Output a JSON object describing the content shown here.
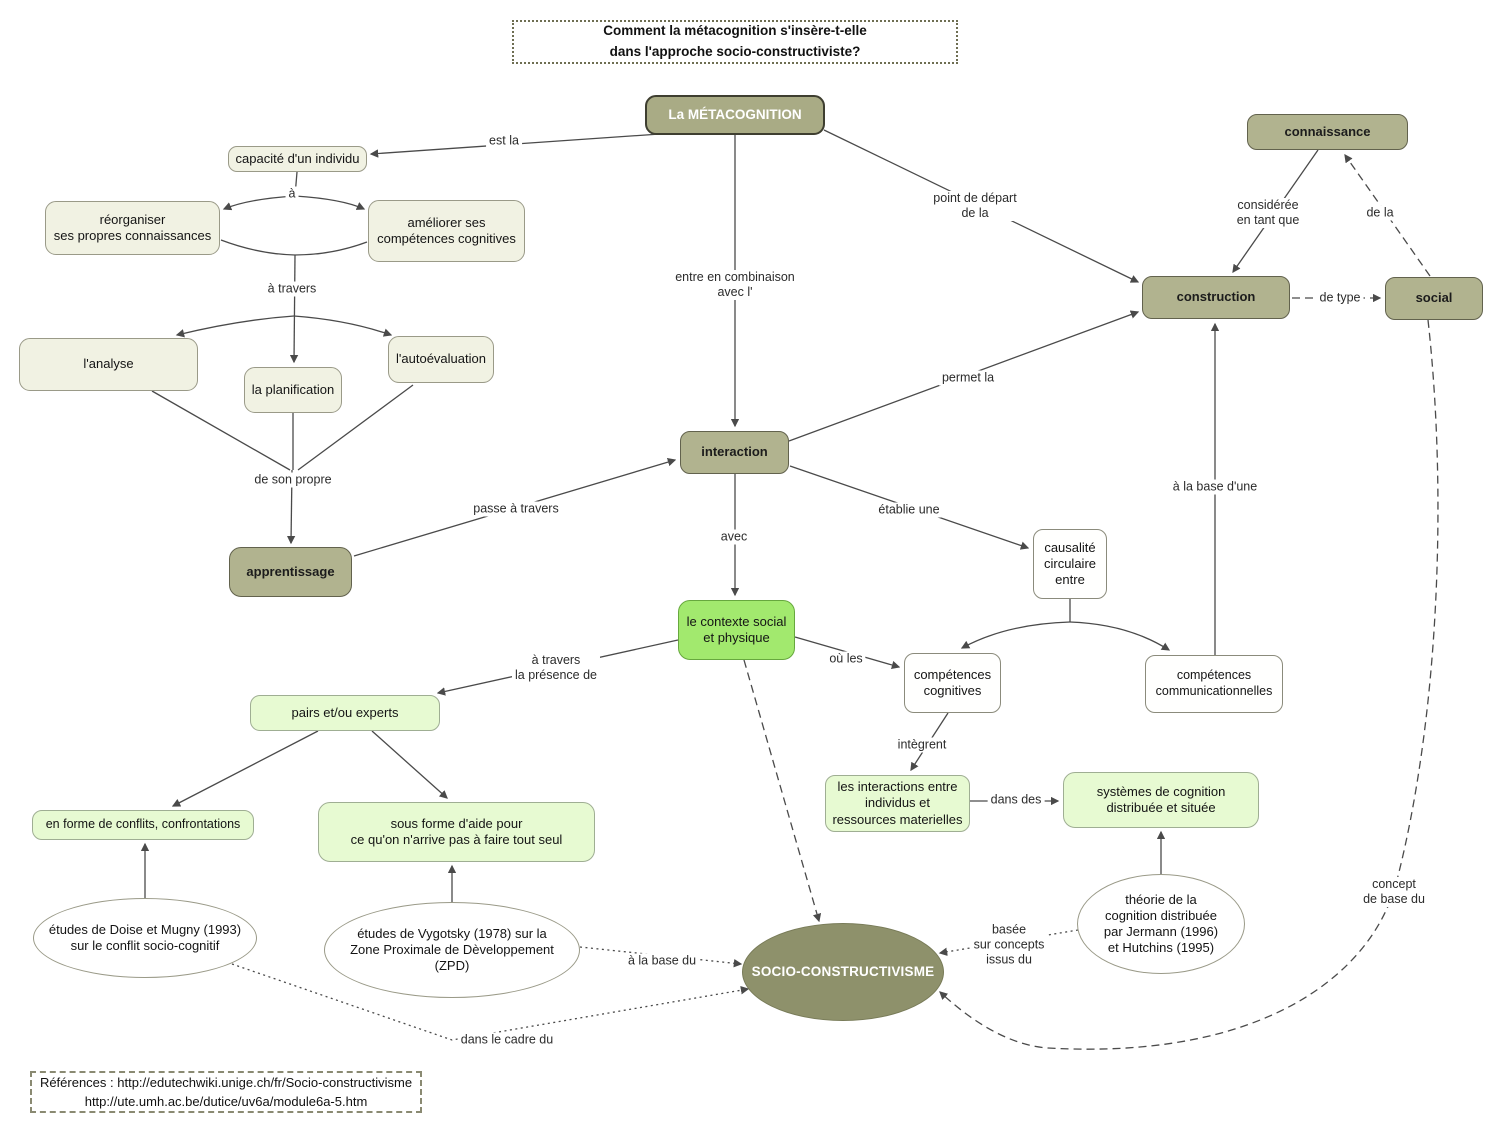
{
  "question": {
    "text": "Comment la métacognition s'insère-t-elle\ndans l'approche socio-constructiviste?"
  },
  "references": {
    "text": "Références : http://edutechwiki.unige.ch/fr/Socio-constructivisme\nhttp://ute.umh.ac.be/dutice/uv6a/module6a-5.htm"
  },
  "colors": {
    "olive_fill": "#b1b38f",
    "olive_hero_fill": "#a9ab85",
    "cream_fill": "#f1f2e3",
    "white_fill": "#ffffff",
    "bright_green_fill": "#a2e96e",
    "light_green_fill": "#e7fad2",
    "socio_fill": "#8e916b",
    "line": "#4a4a4a"
  },
  "nodes": {
    "metacognition": "La MÉTACOGNITION",
    "capacite": "capacité d'un individu",
    "reorganiser": "réorganiser\nses propres connaissances",
    "ameliorer": "améliorer ses\ncompétences cognitives",
    "analyse": "l'analyse",
    "planification": "la planification",
    "autoevaluation": "l'autoévaluation",
    "apprentissage": "apprentissage",
    "interaction": "interaction",
    "connaissance": "connaissance",
    "construction": "construction",
    "social": "social",
    "causalite": "causalité\ncirculaire\nentre",
    "competences_cognitives": "compétences\ncognitives",
    "competences_communicationnelles": "compétences\ncommunicationnelles",
    "contexte": "le contexte social\net physique",
    "pairs": "pairs et/ou experts",
    "conflits": "en forme de conflits, confrontations",
    "sous_forme": "sous forme d'aide pour\nce qu'on n'arrive pas à faire tout seul",
    "interactions_ressources": "les interactions entre\nindividus et\nressources materielles",
    "systemes": "systèmes de cognition\ndistribuée et située",
    "doise": "études de Doise et Mugny (1993)\nsur le conflit socio-cognitif",
    "vygotsky": "études de Vygotsky (1978) sur la\nZone Proximale de Dèveloppement\n(ZPD)",
    "theorie": "théorie de la\ncognition distribuée\npar Jermann (1996)\net Hutchins (1995)",
    "socio_constructivisme": "SOCIO-CONSTRUCTIVISME"
  },
  "edge_labels": {
    "est_la": "est la",
    "a": "à",
    "a_travers": "à travers",
    "de_son_propre": "de son propre",
    "passe_a_travers": "passe à travers",
    "entre_en_combinaison": "entre en combinaison\navec l'",
    "point_de_depart": "point de départ\nde la",
    "consideree": "considérée\nen tant que",
    "de_la": "de la",
    "de_type": "de type",
    "permet_la": "permet la",
    "avec": "avec",
    "etablie_une": "établie une",
    "a_la_base_dune": "à la base d'une",
    "ou_les": "où les",
    "a_travers_presence": "à travers\nla présence de",
    "integrent": "intègrent",
    "dans_des": "dans des",
    "a_la_base_du": "à la base du",
    "basee_sur_concepts": "basée\nsur concepts\nissus du",
    "dans_le_cadre_du": "dans le cadre du",
    "concept_de_base_du": "concept\nde base du"
  }
}
